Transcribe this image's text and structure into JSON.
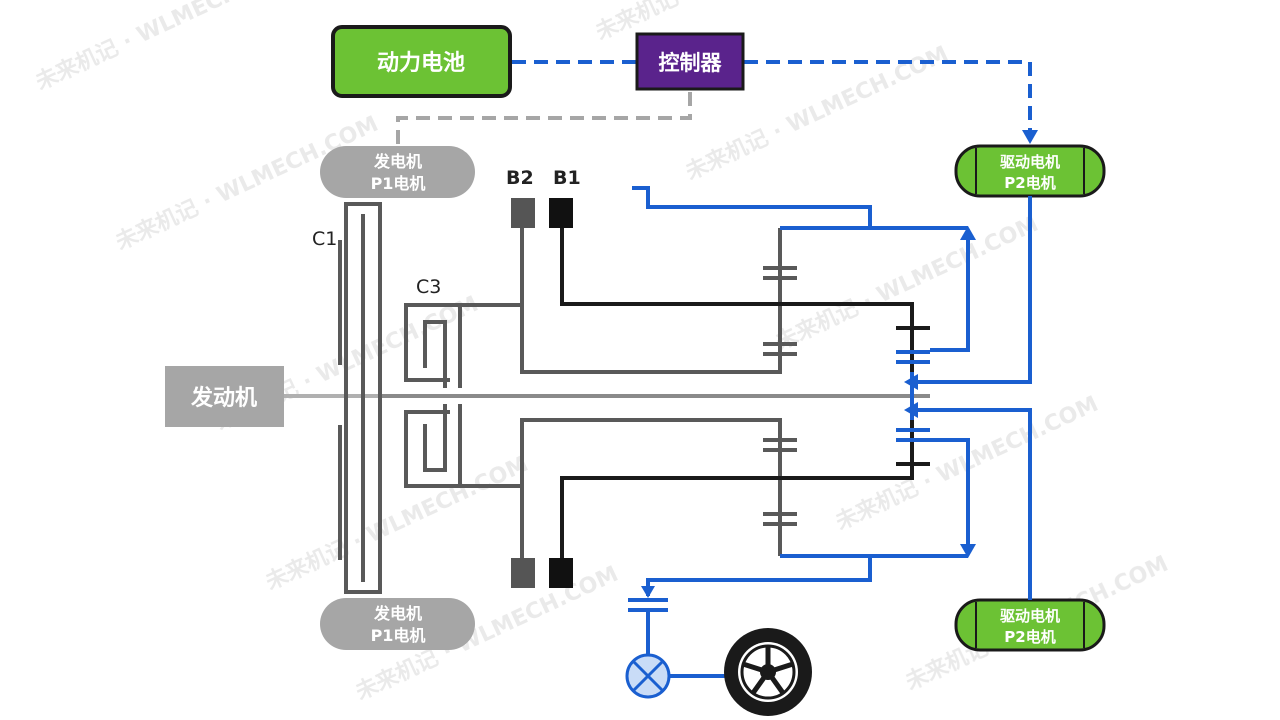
{
  "components": {
    "battery": "动力电池",
    "controller": "控制器",
    "engine": "发动机",
    "gen_top_line1": "发电机",
    "gen_top_line2": "P1电机",
    "gen_bottom_line1": "发电机",
    "gen_bottom_line2": "P1电机",
    "drive_top_line1": "驱动电机",
    "drive_top_line2": "P2电机",
    "drive_bottom_line1": "驱动电机",
    "drive_bottom_line2": "P2电机"
  },
  "labels": {
    "c1": "C1",
    "c3": "C3",
    "b2": "B2",
    "b1": "B1"
  },
  "watermark": {
    "text": "未来机记 · WLMECH.COM"
  },
  "colors": {
    "green_fill": "#6cc234",
    "purple_fill": "#5a238c",
    "blue_line": "#1a5fd0",
    "gray_box": "#a6a6a6",
    "dark_line": "#1a1a1a",
    "mid_gray": "#595959"
  },
  "icons": [
    "differential-icon",
    "wheel-icon"
  ]
}
